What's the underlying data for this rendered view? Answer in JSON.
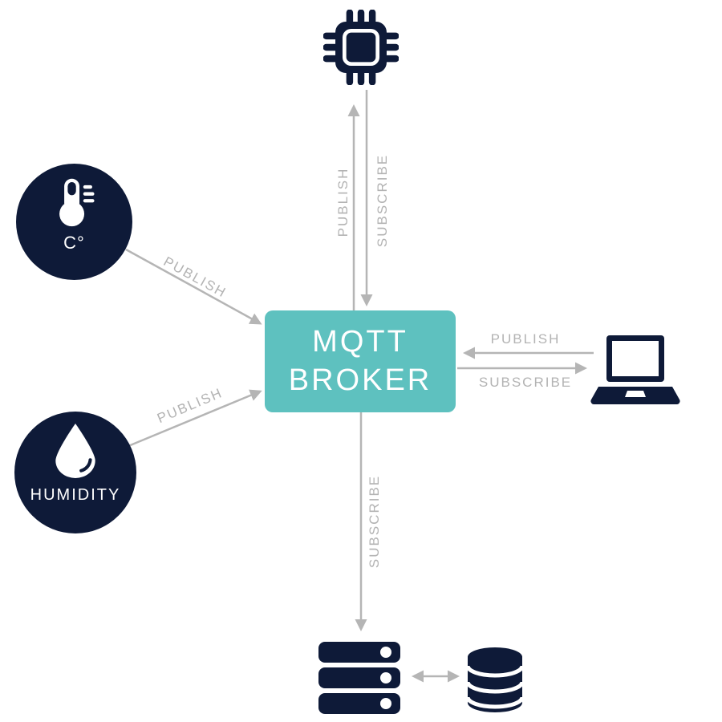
{
  "colors": {
    "teal": "#5ec1bf",
    "navy": "#0e1a38",
    "arrow": "#b5b5b5",
    "label": "#b3b3b3",
    "white": "#ffffff"
  },
  "broker": {
    "line1": "MQTT",
    "line2": "BROKER"
  },
  "sensors": {
    "temperature_label": "C°",
    "humidity_label": "HUMIDITY"
  },
  "edges": {
    "chip_publish": "PUBLISH",
    "chip_subscribe": "SUBSCRIBE",
    "temperature_publish": "PUBLISH",
    "humidity_publish": "PUBLISH",
    "laptop_publish": "PUBLISH",
    "laptop_subscribe": "SUBSCRIBE",
    "server_subscribe": "SUBSCRIBE"
  },
  "icons": {
    "device": "chip-icon",
    "temperature": "thermometer-icon",
    "humidity": "droplet-icon",
    "client": "laptop-icon",
    "backend": "server-icon",
    "storage": "database-icon"
  }
}
